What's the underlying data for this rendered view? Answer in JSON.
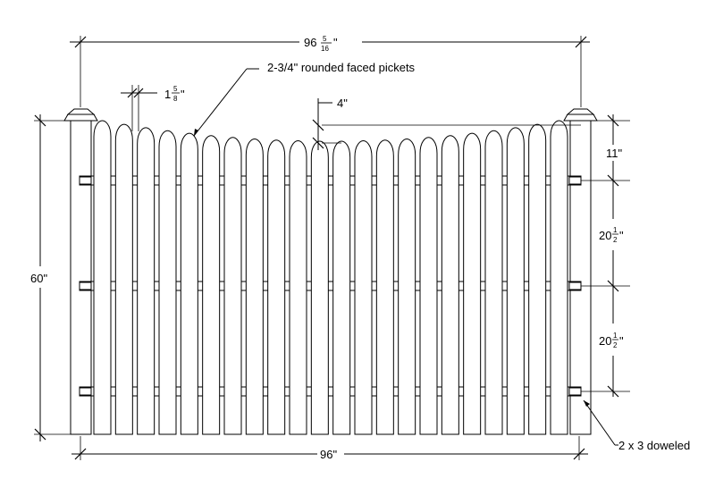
{
  "dims": {
    "overall_top": {
      "whole": "96",
      "num": "5",
      "den": "16",
      "suffix": "\""
    },
    "overall_bottom": "96\"",
    "height": "60\"",
    "picket_width": {
      "whole": "1",
      "num": "5",
      "den": "8",
      "suffix": "\""
    },
    "scallop": "4\"",
    "top_section": "11\"",
    "rail_upper": {
      "whole": "20",
      "num": "1",
      "den": "2",
      "suffix": "\""
    },
    "rail_lower": {
      "whole": "20",
      "num": "1",
      "den": "2",
      "suffix": "\""
    }
  },
  "callouts": {
    "pickets": "2-3/4\" rounded faced pickets",
    "rail": "2 x 3 doweled"
  },
  "fence": {
    "picket_count": 22,
    "rail_count": 3
  },
  "colors": {
    "line": "#000000",
    "background": "#ffffff"
  }
}
